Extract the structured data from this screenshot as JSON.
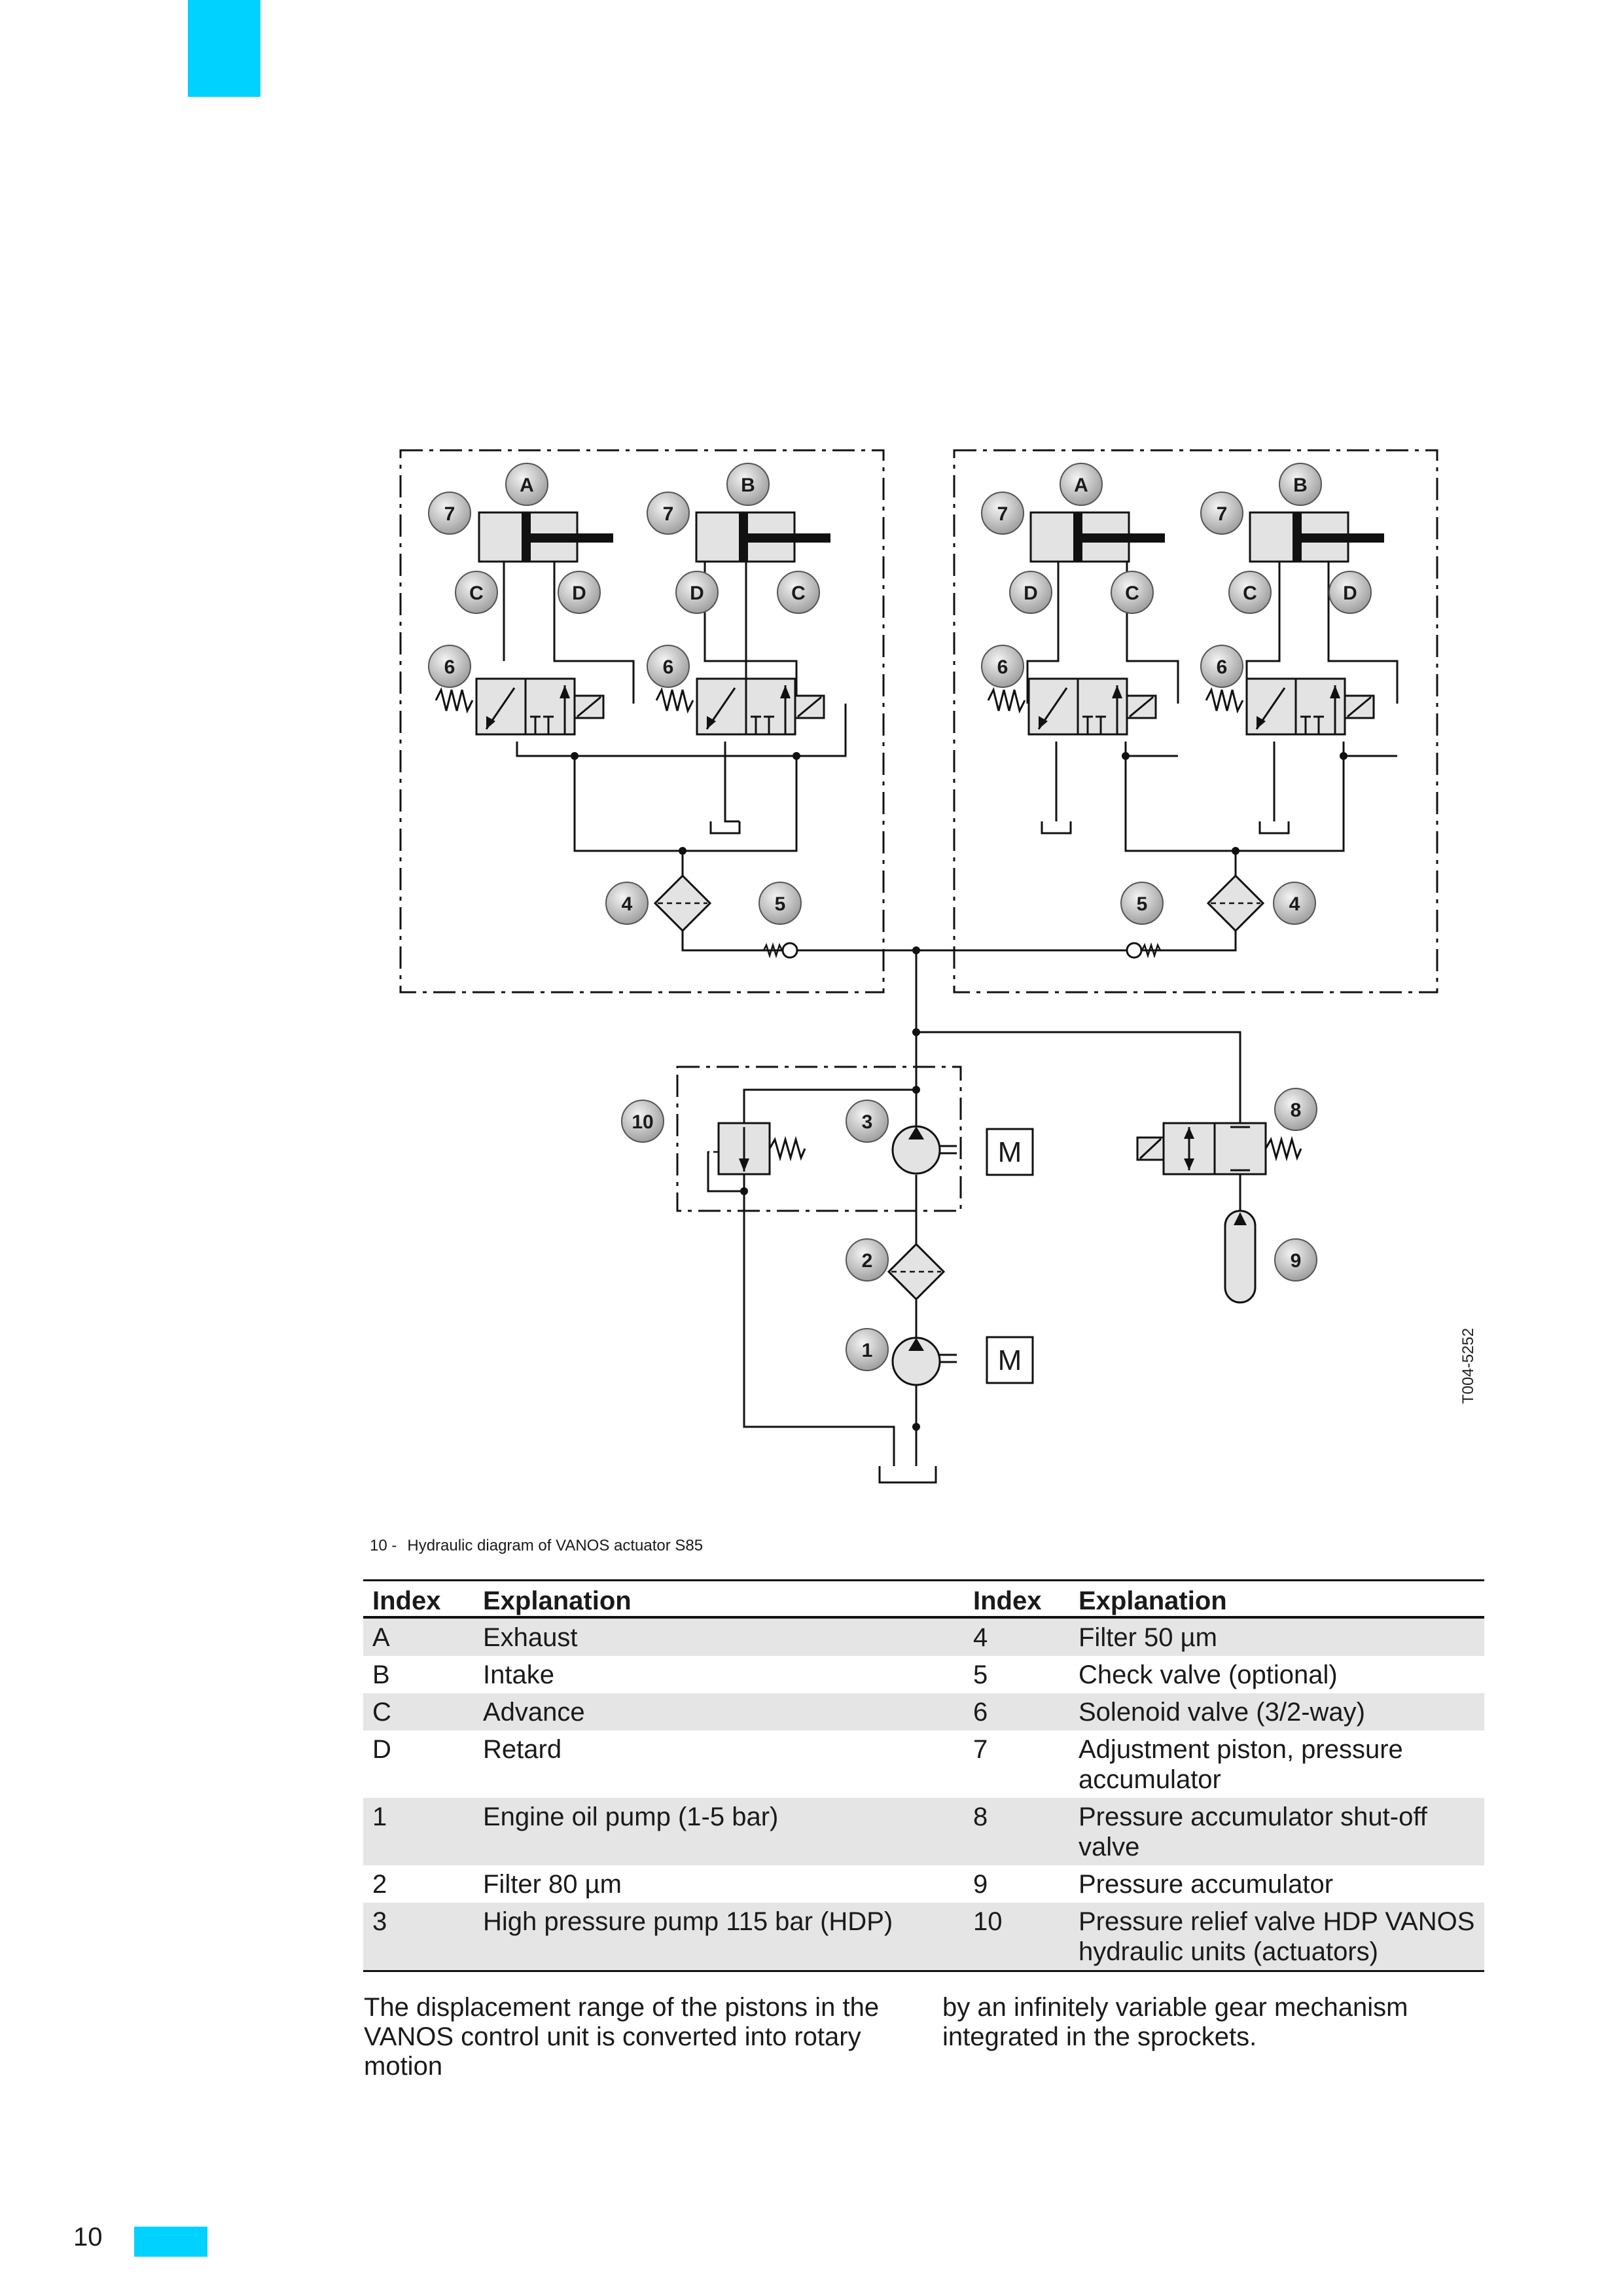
{
  "page_number": "10",
  "figure": {
    "caption_number": "10 -",
    "caption_text": "Hydraulic diagram of VANOS actuator S85",
    "reference_code": "T004-5252",
    "labels": {
      "A": "A",
      "B": "B",
      "C": "C",
      "D": "D",
      "n1": "1",
      "n2": "2",
      "n3": "3",
      "n4": "4",
      "n5": "5",
      "n6": "6",
      "n7": "7",
      "n8": "8",
      "n9": "9",
      "n10": "10",
      "motor": "M"
    }
  },
  "legend": {
    "headers": [
      "Index",
      "Explanation",
      "Index",
      "Explanation"
    ],
    "rows": [
      {
        "i1": "A",
        "e1": "Exhaust",
        "i2": "4",
        "e2": "Filter 50 µm"
      },
      {
        "i1": "B",
        "e1": "Intake",
        "i2": "5",
        "e2": "Check valve (optional)"
      },
      {
        "i1": "C",
        "e1": "Advance",
        "i2": "6",
        "e2": "Solenoid valve (3/2-way)"
      },
      {
        "i1": "D",
        "e1": "Retard",
        "i2": "7",
        "e2": "Adjustment piston, pressure accumulator"
      },
      {
        "i1": "1",
        "e1": "Engine oil pump (1-5 bar)",
        "i2": "8",
        "e2": "Pressure accumulator shut-off valve"
      },
      {
        "i1": "2",
        "e1": "Filter 80 µm",
        "i2": "9",
        "e2": "Pressure accumulator"
      },
      {
        "i1": "3",
        "e1": "High pressure pump 115 bar (HDP)",
        "i2": "10",
        "e2": "Pressure relief valve HDP VANOS hydraulic units (actuators)"
      }
    ]
  },
  "body_text": {
    "left": "The displacement range of the pistons in the VANOS control unit is converted into rotary motion",
    "right": "by an infinitely variable gear mechanism integrated in the sprockets."
  }
}
